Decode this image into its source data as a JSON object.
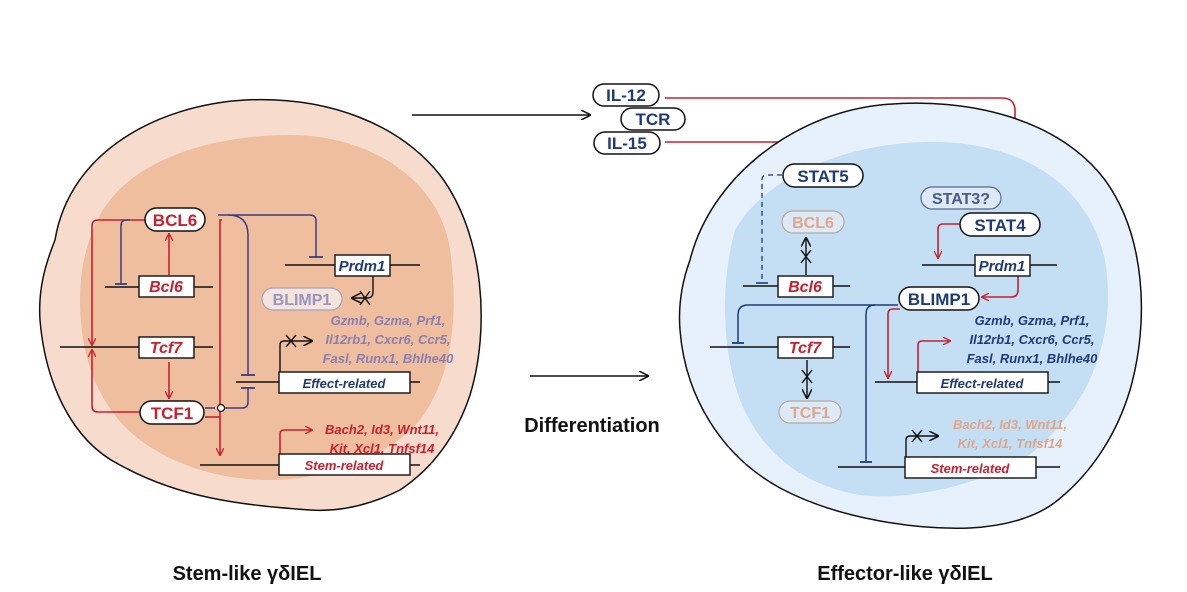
{
  "colors": {
    "red": "#c8202e",
    "navy": "#1f3a78",
    "lavender": "#8a7fb0",
    "peach_faded": "#e0a68a",
    "stem_outer": "#f7dccd",
    "stem_inner": "#efbe9f",
    "effector_outer": "#e6f1fb",
    "effector_inner": "#c4def4",
    "line": "#111111"
  },
  "stem_cell": {
    "caption": "Stem-like γδIEL",
    "proteins": {
      "bcl6": "BCL6",
      "tcf1": "TCF1",
      "blimp1": "BLIMP1"
    },
    "genes": {
      "bcl6": "Bcl6",
      "tcf7": "Tcf7",
      "prdm1": "Prdm1",
      "effect_related": "Effect-related",
      "stem_related": "Stem-related"
    },
    "effect_gene_list": [
      "Gzmb, Gzma, Prf1,",
      "Il12rb1, Cxcr6, Ccr5,",
      "Fasl, Runx1, Bhlhe40"
    ],
    "stem_gene_list": [
      "Bach2, Id3, Wnt11,",
      "Kit, Xcl1, Tnfsf14"
    ]
  },
  "middle": {
    "label": "Differentiation"
  },
  "signals": {
    "il12": "IL-12",
    "tcr": "TCR",
    "il15": "IL-15"
  },
  "effector_cell": {
    "caption": "Effector-like γδIEL",
    "proteins": {
      "stat5": "STAT5",
      "stat3": "STAT3?",
      "stat4": "STAT4",
      "bcl6": "BCL6",
      "blimp1": "BLIMP1",
      "tcf1": "TCF1"
    },
    "genes": {
      "bcl6": "Bcl6",
      "prdm1": "Prdm1",
      "tcf7": "Tcf7",
      "effect_related": "Effect-related",
      "stem_related": "Stem-related"
    },
    "effect_gene_list": [
      "Gzmb, Gzma, Prf1,",
      "Il12rb1, Cxcr6, Ccr5,",
      "Fasl, Runx1, Bhlhe40"
    ],
    "stem_gene_list": [
      "Bach2, Id3, Wnt11,",
      "Kit, Xcl1, Tnfsf14"
    ]
  }
}
